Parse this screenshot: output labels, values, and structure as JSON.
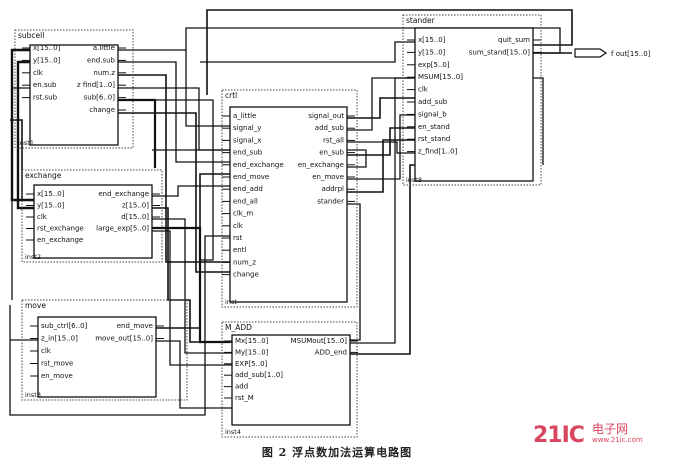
{
  "caption": "图 2   浮点数加法运算电路图",
  "watermark": {
    "brand": "21IC",
    "cn": "电子网",
    "url": "www.21ic.com"
  },
  "output_port": "f out[15..0]",
  "blocks": [
    {
      "id": "subcell",
      "title": "subcell",
      "inst": "inst1",
      "left": [
        "x[15..0]",
        "y[15..0]",
        "clk",
        "en.sub",
        "rst.sub"
      ],
      "right": [
        "a.little",
        "end.sub",
        "num.z",
        "z find[1..0]",
        "sub[6..0]",
        "change"
      ]
    },
    {
      "id": "exchange",
      "title": "exchange",
      "inst": "inst2",
      "left": [
        "x[15..0]",
        "y[15..0]",
        "clk",
        "rst_exchange",
        "en_exchange"
      ],
      "right": [
        "end_exchange",
        "z[15..0]",
        "d[15..0]",
        "large_exp[5..0]"
      ]
    },
    {
      "id": "move",
      "title": "move",
      "inst": "inst3",
      "left": [
        "sub_ctrl[6..0]",
        "z_in[15..0]",
        "clk",
        "rst_move",
        "en_move"
      ],
      "right": [
        "end_move",
        "move_out[15..0]"
      ]
    },
    {
      "id": "crtl",
      "title": "crtl",
      "inst": "inst",
      "left": [
        "a_little",
        "signal_y",
        "signal_x",
        "end_sub",
        "end_exchange",
        "end_move",
        "end_add",
        "end_all",
        "clk_m",
        "clk",
        "rst",
        "entl",
        "num_z",
        "change"
      ],
      "right": [
        "signal_out",
        "add_sub",
        "rst_all",
        "en_sub",
        "en_exchange",
        "en_move",
        "addrpl",
        "stander"
      ]
    },
    {
      "id": "m_add",
      "title": "M_ADD",
      "inst": "inst4",
      "left": [
        "Mx[15..0]",
        "My[15..0]",
        "EXP[5..0]",
        "add_sub[1..0]",
        "add",
        "rst_M"
      ],
      "right": [
        "MSUMout[15..0]",
        "ADD_end"
      ]
    },
    {
      "id": "stander",
      "title": "stander",
      "inst": "inst8",
      "left": [
        "x[15..0]",
        "y[15..0]",
        "exp[5..0]",
        "MSUM[15..0]",
        "clk",
        "add_sub",
        "signal_b",
        "en_stand",
        "rst_stand",
        "z_find[1..0]"
      ],
      "right": [
        "quit_sum",
        "sum_stand[15..0]"
      ]
    }
  ]
}
